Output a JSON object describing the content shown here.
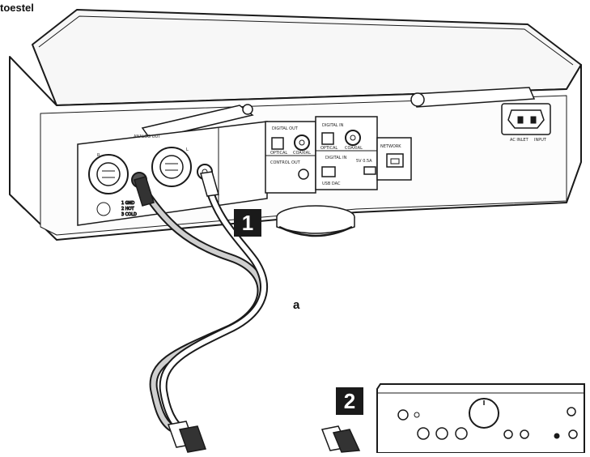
{
  "header": {
    "title": "toestel"
  },
  "steps": [
    {
      "number": "1"
    },
    {
      "number": "2"
    }
  ],
  "cable": {
    "label": "a"
  },
  "rear_panel": {
    "analog_out": "ANALOG OUT",
    "channel_r": "R",
    "channel_l": "L",
    "digital_out": "DIGITAL OUT",
    "optical_out": "OPTICAL",
    "coaxial_out": "COAXIAL",
    "digital_in": "DIGITAL IN",
    "optical_in": "OPTICAL",
    "coaxial_in": "COAXIAL",
    "control_out": "CONTROL OUT",
    "usb_digital_in": "DIGITAL IN",
    "usb_dac": "USB DAC",
    "usb_power": "5V 0.5A",
    "network": "NETWORK",
    "ac_inlet": "AC INLET",
    "power": "INPUT"
  },
  "colors": {
    "line": "#1a1a1a",
    "badge": "#1a1a1a",
    "background": "#ffffff"
  }
}
